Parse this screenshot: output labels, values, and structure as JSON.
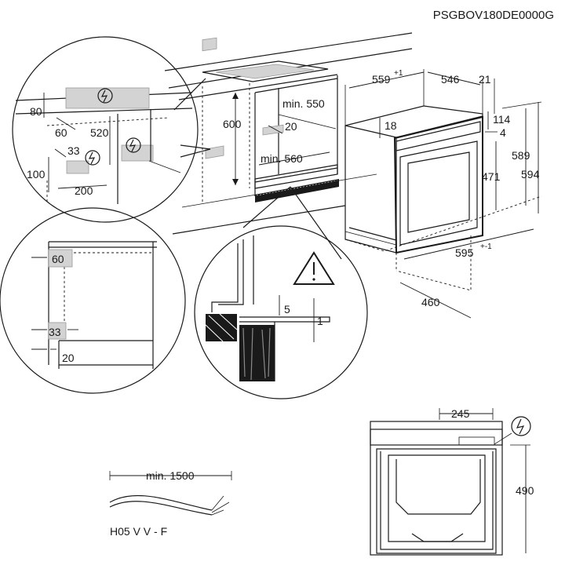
{
  "model_code": "PSGBOV180DE0000G",
  "dimensions": {
    "d559": "559",
    "d559_tol": "+1",
    "d546": "546",
    "d21": "21",
    "d114": "114",
    "d4": "4",
    "d18": "18",
    "d589": "589",
    "d594": "594",
    "d471": "471",
    "d595": "595",
    "d595_tol": "+-1",
    "d460": "460",
    "d600": "600",
    "min550": "min. 550",
    "d20_cab": "20",
    "min560": "min. 560",
    "d80": "80",
    "d60_top": "60",
    "d520": "520",
    "d33_top": "33",
    "d100": "100",
    "d200": "200",
    "d60_side": "60",
    "d33_side": "33",
    "d20_side": "20",
    "d5": "5",
    "d1": "1",
    "d245": "245",
    "d490": "490",
    "min1500": "min. 1500"
  },
  "cable_label": "H05 V V - F",
  "icons": [
    "electric-connection-icon",
    "warning-triangle-icon"
  ]
}
